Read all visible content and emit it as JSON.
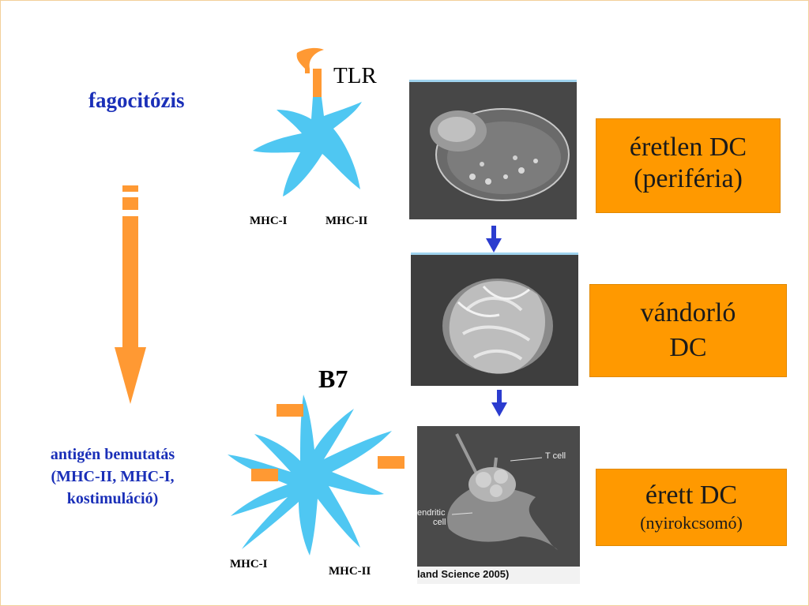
{
  "labels": {
    "fagocitozis": "fagocitózis",
    "tlr": "TLR",
    "mhc1_top": "MHC-I",
    "mhc2_top": "MHC-II",
    "b7": "B7",
    "mhc1_bottom": "MHC-I",
    "mhc2_bottom": "MHC-II",
    "antigen_line1": "antigén bemutatás",
    "antigen_line2": "(MHC-II, MHC-I,",
    "antigen_line3": "kostimuláció)"
  },
  "stages": [
    {
      "line1": "éretlen DC",
      "line2": "(periféria)"
    },
    {
      "line1": "vándorló",
      "line2": "DC"
    },
    {
      "line1": "érett DC",
      "line2": "(nyirokcsomó)"
    }
  ],
  "micrograph": {
    "t_cell": "T cell",
    "dendritic_line1": "endritic",
    "dendritic_line2": "cell",
    "credit": "land Science 2005)"
  },
  "colors": {
    "cell_blue": "#4fc7f2",
    "orange": "#ff9900",
    "arrow_orange": "#ff9933",
    "arrow_blue": "#2b3ccf",
    "label_blue": "#1a2fb8"
  }
}
